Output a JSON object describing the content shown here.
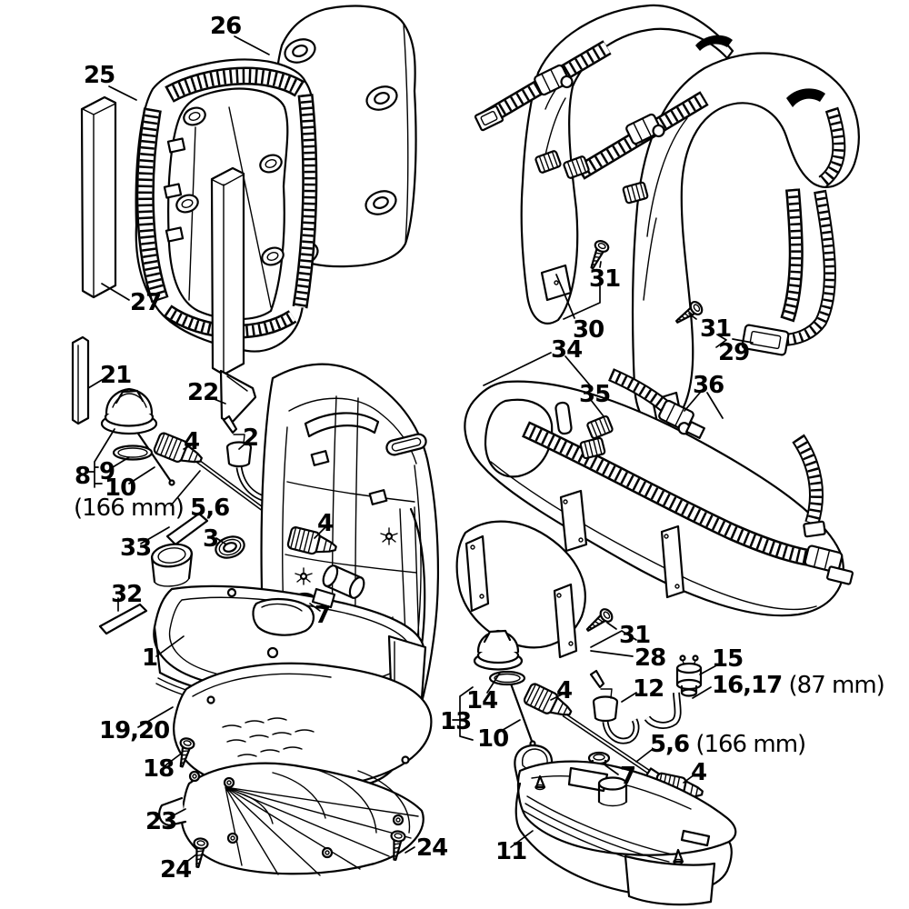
{
  "diagram": {
    "type": "exploded-parts-diagram",
    "subject": "backpack-frame-harness-and-tank-assembly",
    "background_color": "#ffffff",
    "line_color": "#000000",
    "label_color": "#000000"
  },
  "labels": [
    {
      "text": "26"
    },
    {
      "text": "25"
    },
    {
      "text": "27"
    },
    {
      "text": "21"
    },
    {
      "text": "22"
    },
    {
      "text": "4"
    },
    {
      "text": "2"
    },
    {
      "text": "8"
    },
    {
      "text": "9"
    },
    {
      "text": "10"
    },
    {
      "pre": "(166 mm) ",
      "text": "5,6"
    },
    {
      "text": "33"
    },
    {
      "text": "3"
    },
    {
      "text": "4"
    },
    {
      "text": "32"
    },
    {
      "text": "7"
    },
    {
      "text": "1"
    },
    {
      "text": "19,20"
    },
    {
      "text": "18"
    },
    {
      "text": "23"
    },
    {
      "text": "24"
    },
    {
      "text": "24"
    },
    {
      "text": "31"
    },
    {
      "text": "30"
    },
    {
      "text": "31"
    },
    {
      "text": "29"
    },
    {
      "text": "34"
    },
    {
      "text": "35"
    },
    {
      "text": "36"
    },
    {
      "text": "31"
    },
    {
      "text": "28"
    },
    {
      "text": "15"
    },
    {
      "text": "16,17",
      "post": " (87 mm)"
    },
    {
      "text": "14"
    },
    {
      "text": "13"
    },
    {
      "text": "10"
    },
    {
      "text": "4"
    },
    {
      "text": "12"
    },
    {
      "text": "5,6",
      "post": " (166 mm)"
    },
    {
      "text": "7"
    },
    {
      "text": "4"
    },
    {
      "text": "11"
    }
  ]
}
